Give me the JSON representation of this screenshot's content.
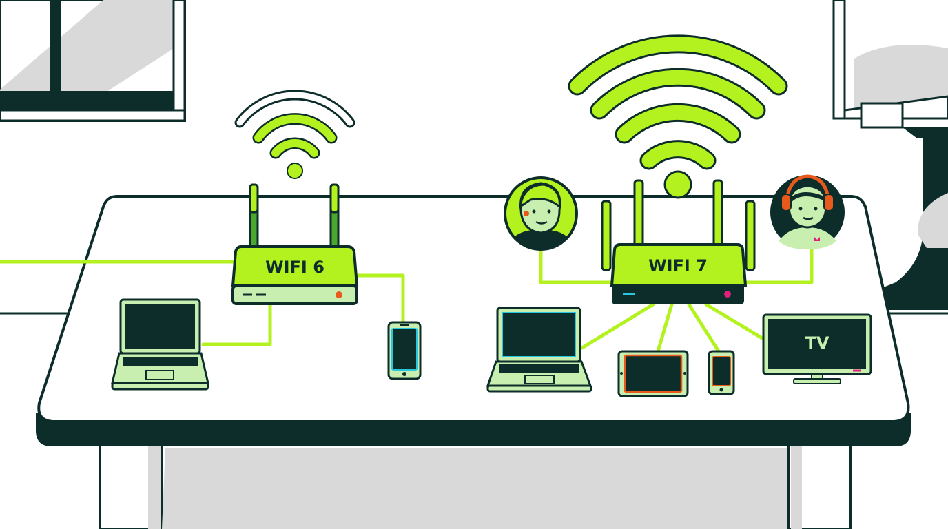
{
  "routers": {
    "wifi6": {
      "label": "WIFI 6"
    },
    "wifi7": {
      "label": "WIFI 7"
    }
  },
  "devices": {
    "tv": {
      "label": "TV"
    }
  },
  "colors": {
    "lime": "#b3f21f",
    "pale_green": "#c8eeb0",
    "dark_teal": "#0d2d2b",
    "gray": "#d9d9d9",
    "orange": "#e85a1b",
    "magenta": "#e0207a",
    "cyan": "#28c7e0"
  },
  "icons": [
    "wifi-signal-icon",
    "router-icon",
    "laptop-icon",
    "phone-icon",
    "tablet-icon",
    "tv-icon",
    "avatar-woman-icon",
    "avatar-headset-icon"
  ]
}
